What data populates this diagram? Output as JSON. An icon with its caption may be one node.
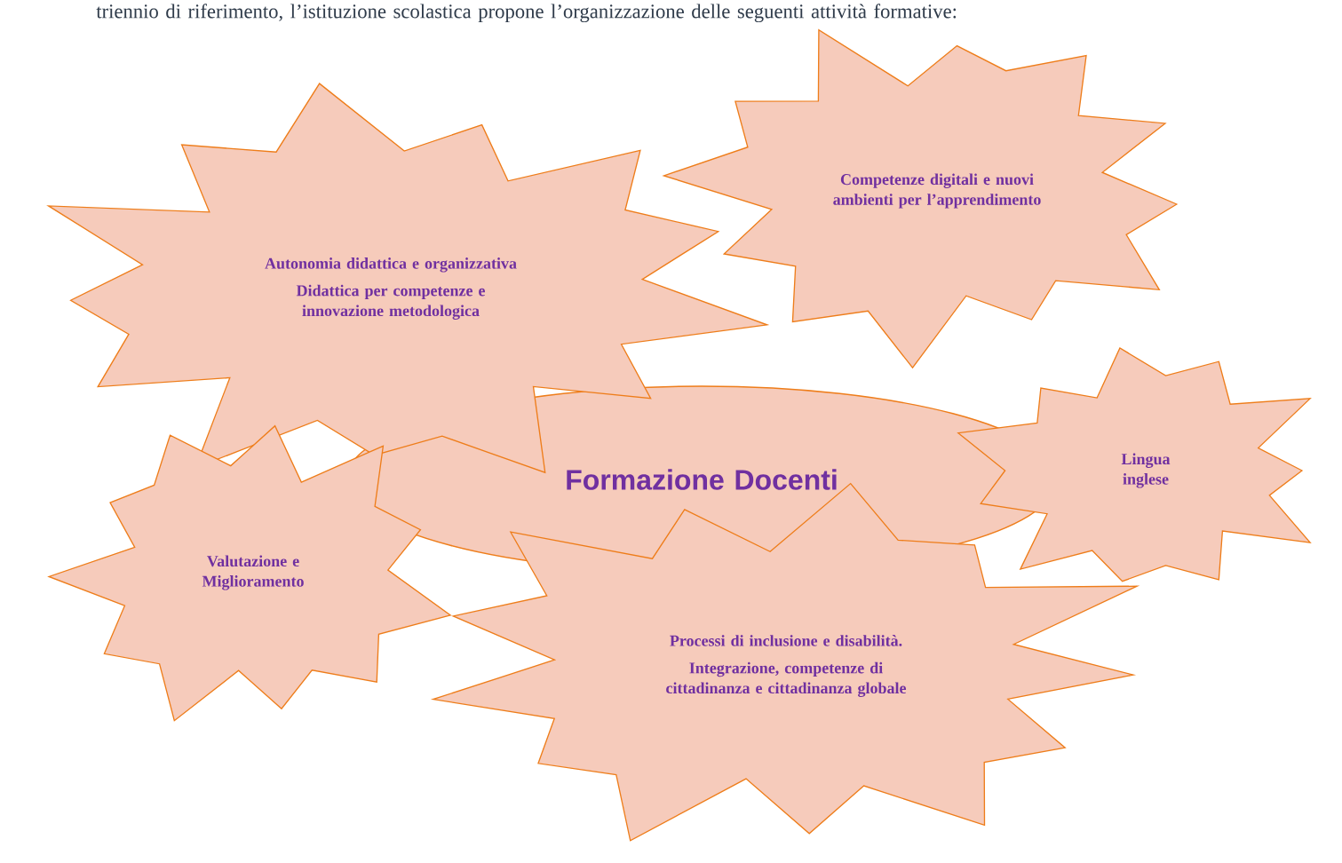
{
  "diagram": {
    "nodes": [
      {
        "text": [
          "Autonomia didattica e organizzativa",
          "Didattica per competenze e innovazione metodologica"
        ]
      },
      {
        "text": [
          "Competenze digitali e nuovi ambienti per l’apprendimento"
        ]
      },
      {
        "text": [
          "Formazione Docenti"
        ]
      },
      {
        "text": [
          "Lingua inglese"
        ]
      },
      {
        "text": [
          "Valutazione e Miglioramento"
        ]
      },
      {
        "text": [
          "Processi di inclusione e disabilità.",
          "Integrazione, competenze di cittadinanza e cittadinanza globale"
        ]
      }
    ],
    "labels": [
      "triennio di riferimento, l’istituzione scolastica  propone l’organizzazione delle seguenti attività formative:"
    ]
  }
}
